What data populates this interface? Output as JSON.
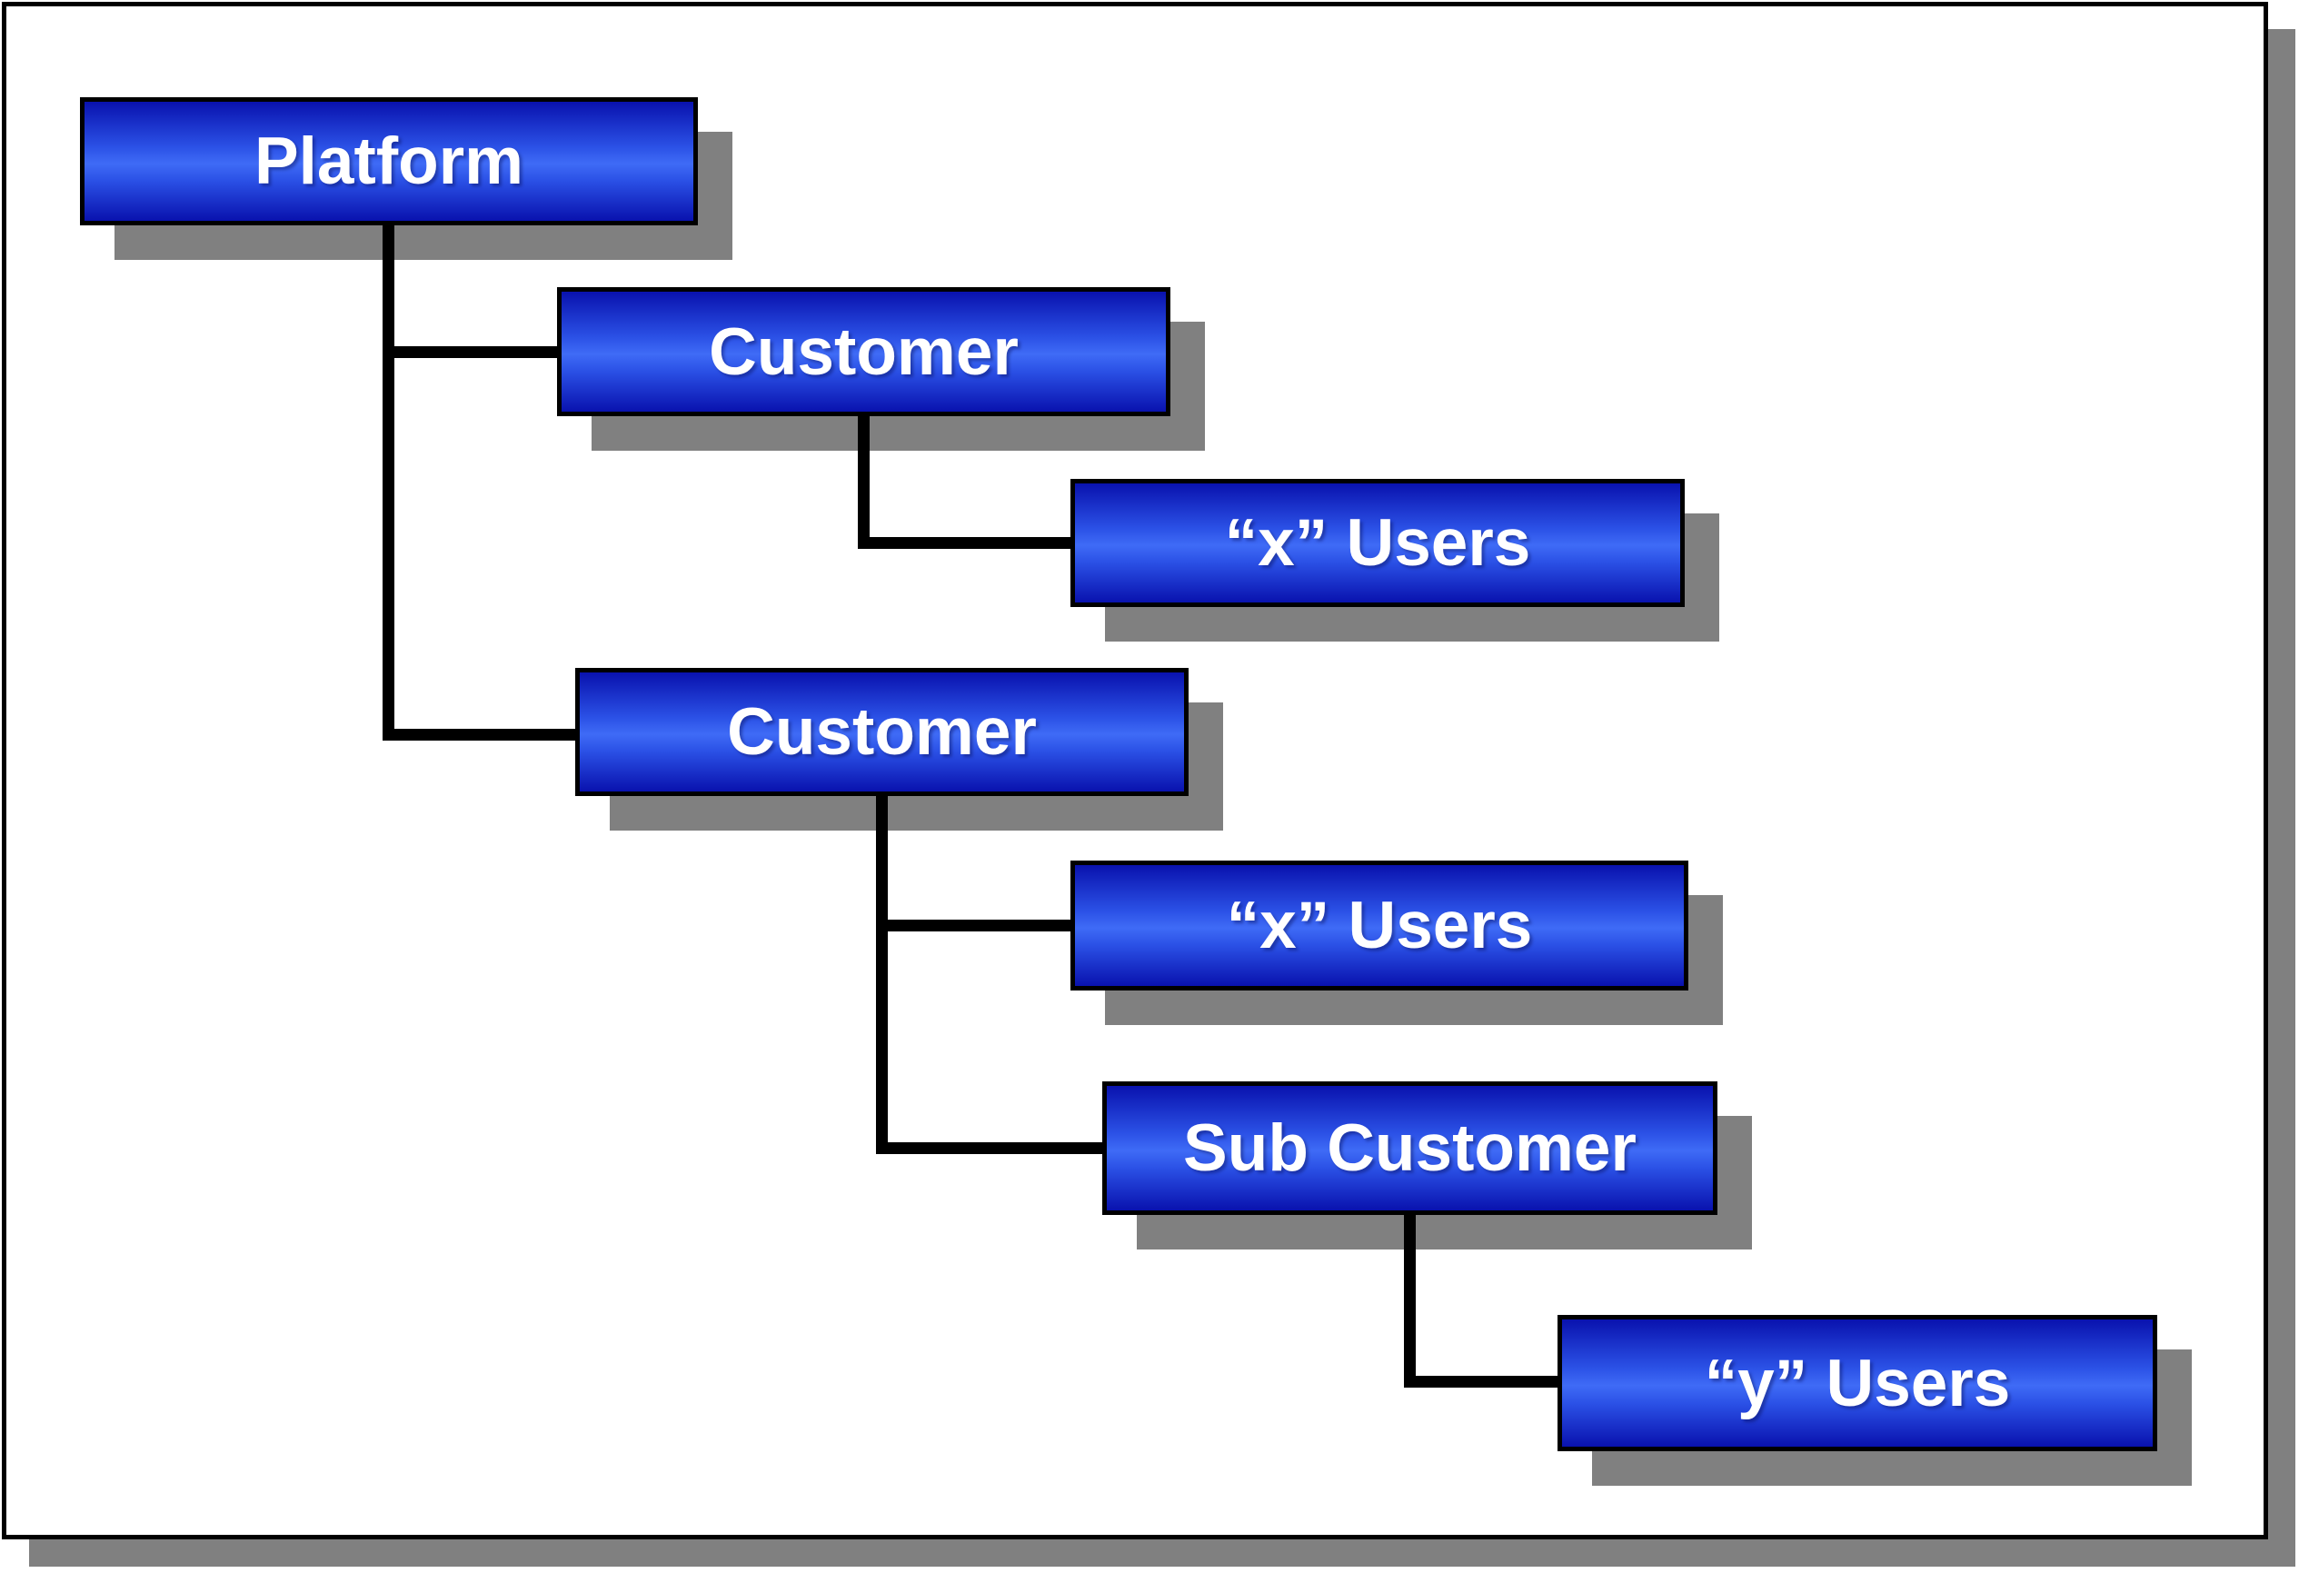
{
  "diagram": {
    "nodes": [
      {
        "id": "platform",
        "label": "Platform"
      },
      {
        "id": "customer-1",
        "label": "Customer"
      },
      {
        "id": "x-users-1",
        "label": "“x” Users"
      },
      {
        "id": "customer-2",
        "label": "Customer"
      },
      {
        "id": "x-users-2",
        "label": "“x” Users"
      },
      {
        "id": "sub-customer",
        "label": "Sub Customer"
      },
      {
        "id": "y-users",
        "label": "“y” Users"
      }
    ],
    "edges": [
      {
        "from": "platform",
        "to": "customer-1"
      },
      {
        "from": "platform",
        "to": "customer-2"
      },
      {
        "from": "customer-1",
        "to": "x-users-1"
      },
      {
        "from": "customer-2",
        "to": "x-users-2"
      },
      {
        "from": "customer-2",
        "to": "sub-customer"
      },
      {
        "from": "sub-customer",
        "to": "y-users"
      }
    ],
    "colors": {
      "node-fill-top": "#0912AE",
      "node-fill-upper": "#2B51E6",
      "node-fill-mid": "#3F6BF6",
      "node-border": "#000000",
      "node-text": "#FFFFFF",
      "shadow": "#808080",
      "connector": "#000000",
      "canvas": "#FFFFFF"
    }
  }
}
